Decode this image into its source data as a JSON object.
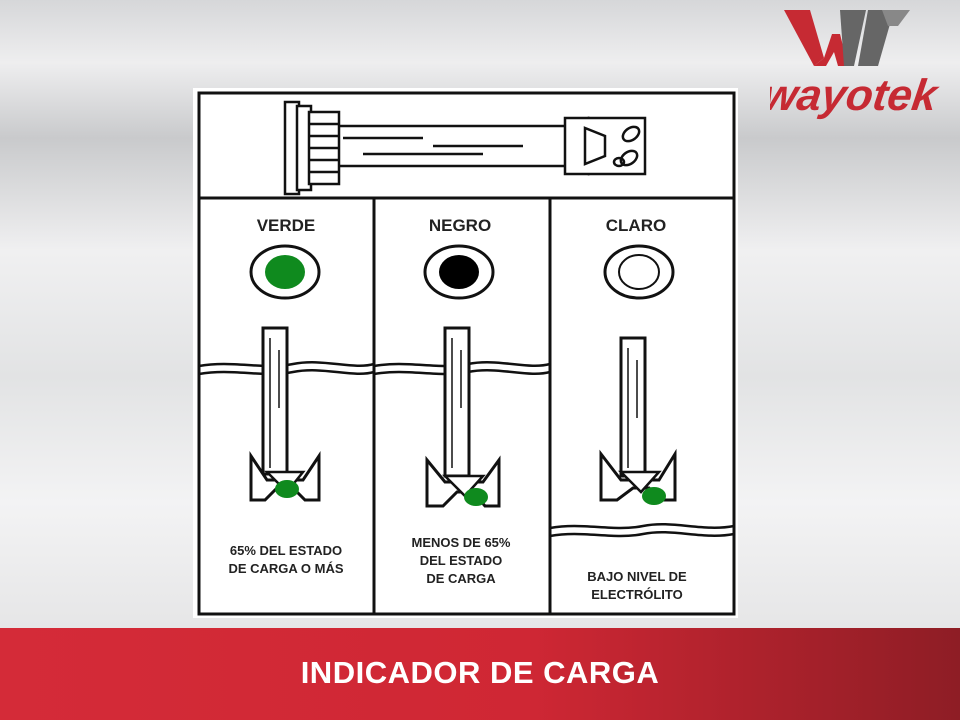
{
  "brand": {
    "name": "wayotek",
    "primary_color": "#c62a33",
    "secondary_color": "#555555"
  },
  "columns": [
    {
      "color_label": "VERDE",
      "indicator_color": "#0f8a1e",
      "caption": [
        "65% DEL ESTADO",
        "DE CARGA O MÁS"
      ]
    },
    {
      "color_label": "NEGRO",
      "indicator_color": "#000000",
      "caption": [
        "MENOS DE 65%",
        "DEL ESTADO",
        "DE CARGA"
      ]
    },
    {
      "color_label": "CLARO",
      "indicator_color": "#ffffff",
      "caption": [
        "BAJO NIVEL DE",
        "ELECTRÓLITO"
      ]
    }
  ],
  "footer": {
    "title": "INDICADOR DE CARGA"
  }
}
